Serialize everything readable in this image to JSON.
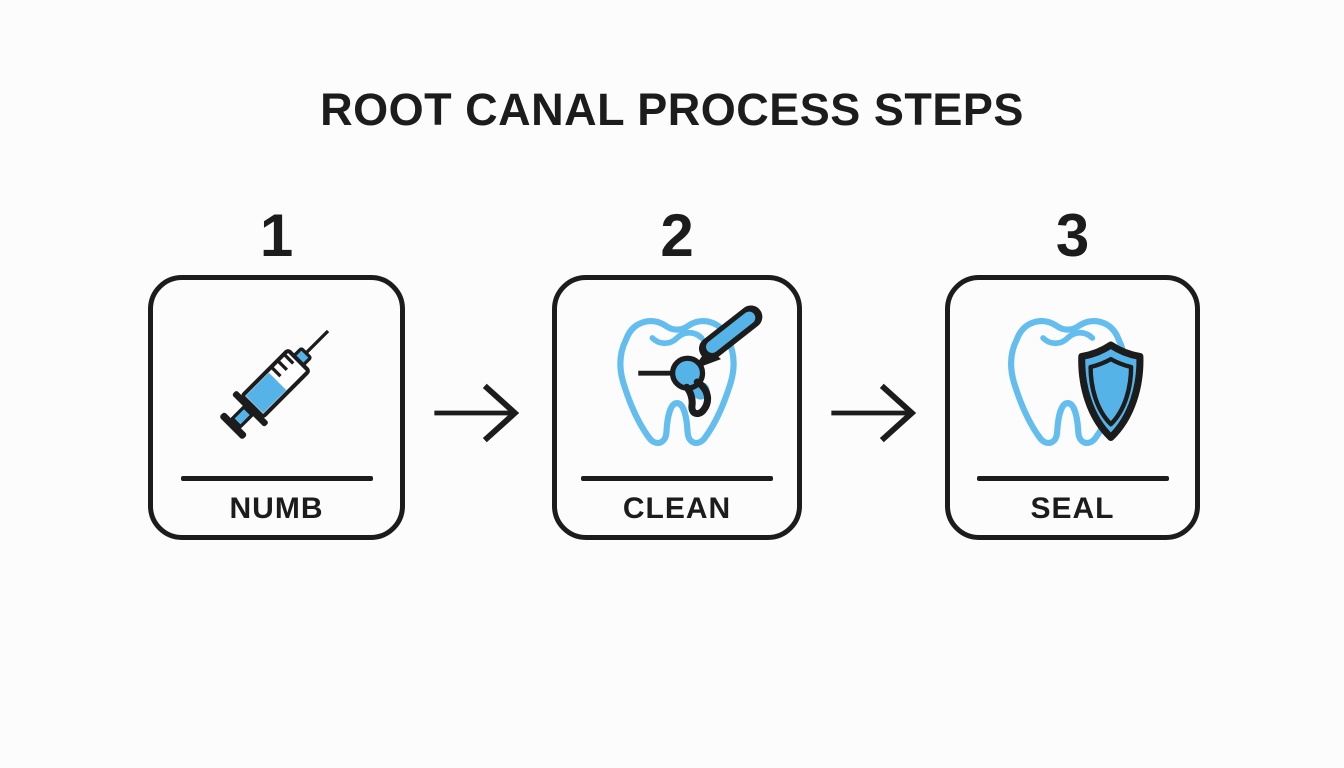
{
  "title": "ROOT CANAL PROCESS STEPS",
  "steps": [
    {
      "number": "1",
      "label": "NUMB",
      "icon": "syringe"
    },
    {
      "number": "2",
      "label": "CLEAN",
      "icon": "tooth-drill"
    },
    {
      "number": "3",
      "label": "SEAL",
      "icon": "tooth-shield"
    }
  ],
  "arrows": [
    {
      "icon": "right-arrow"
    },
    {
      "icon": "right-arrow"
    }
  ],
  "colors": {
    "background": "#fcfcfd",
    "ink": "#1c1c1c",
    "accent-blue": "#56b3e8",
    "tooth-blue": "#63bdee"
  }
}
